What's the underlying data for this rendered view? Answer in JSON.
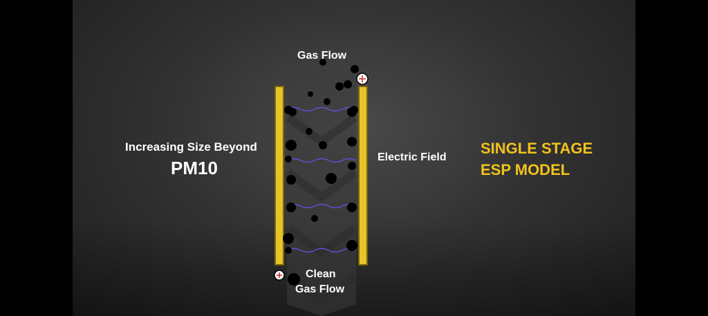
{
  "labels": {
    "gas_flow": "Gas Flow",
    "increasing_size": "Increasing Size Beyond",
    "pm10": "PM10",
    "electric_field": "Electric Field",
    "model_line1": "SINGLE STAGE",
    "model_line2": "ESP MODEL",
    "clean_line1": "Clean",
    "clean_line2": "Gas Flow"
  },
  "colors": {
    "accent": "#f2c31b",
    "plate": "#e6c429",
    "field_line": "#5c52d6"
  },
  "icons": [
    "plus-charge-icon"
  ]
}
